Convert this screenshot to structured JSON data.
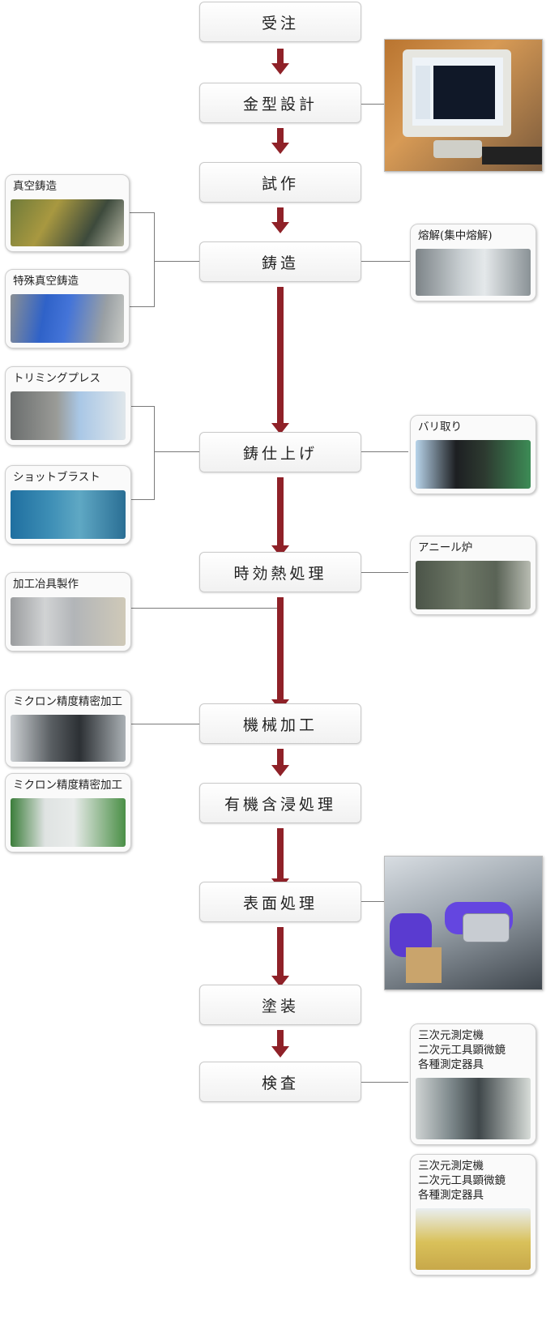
{
  "steps": [
    "受注",
    "金型設計",
    "試作",
    "鋳造",
    "鋳仕上げ",
    "時効熱処理",
    "機械加工",
    "有機含浸処理",
    "表面処理",
    "塗装",
    "検査"
  ],
  "cards": {
    "vacuum_casting": "真空鋳造",
    "special_vacuum_casting": "特殊真空鋳造",
    "melting": "熔解(集中熔解)",
    "trimming_press": "トリミングプレス",
    "shot_blast": "ショットブラスト",
    "deburring": "バリ取り",
    "annealing_furnace": "アニール炉",
    "jig_making": "加工冶具製作",
    "micron_machining_1": "ミクロン精度精密加工",
    "micron_machining_2": "ミクロン精度精密加工",
    "measurement_1": "三次元測定機\n二次元工具顕微鏡\n各種測定器具",
    "measurement_2": "三次元測定機\n二次元工具顕微鏡\n各種測定器具"
  }
}
